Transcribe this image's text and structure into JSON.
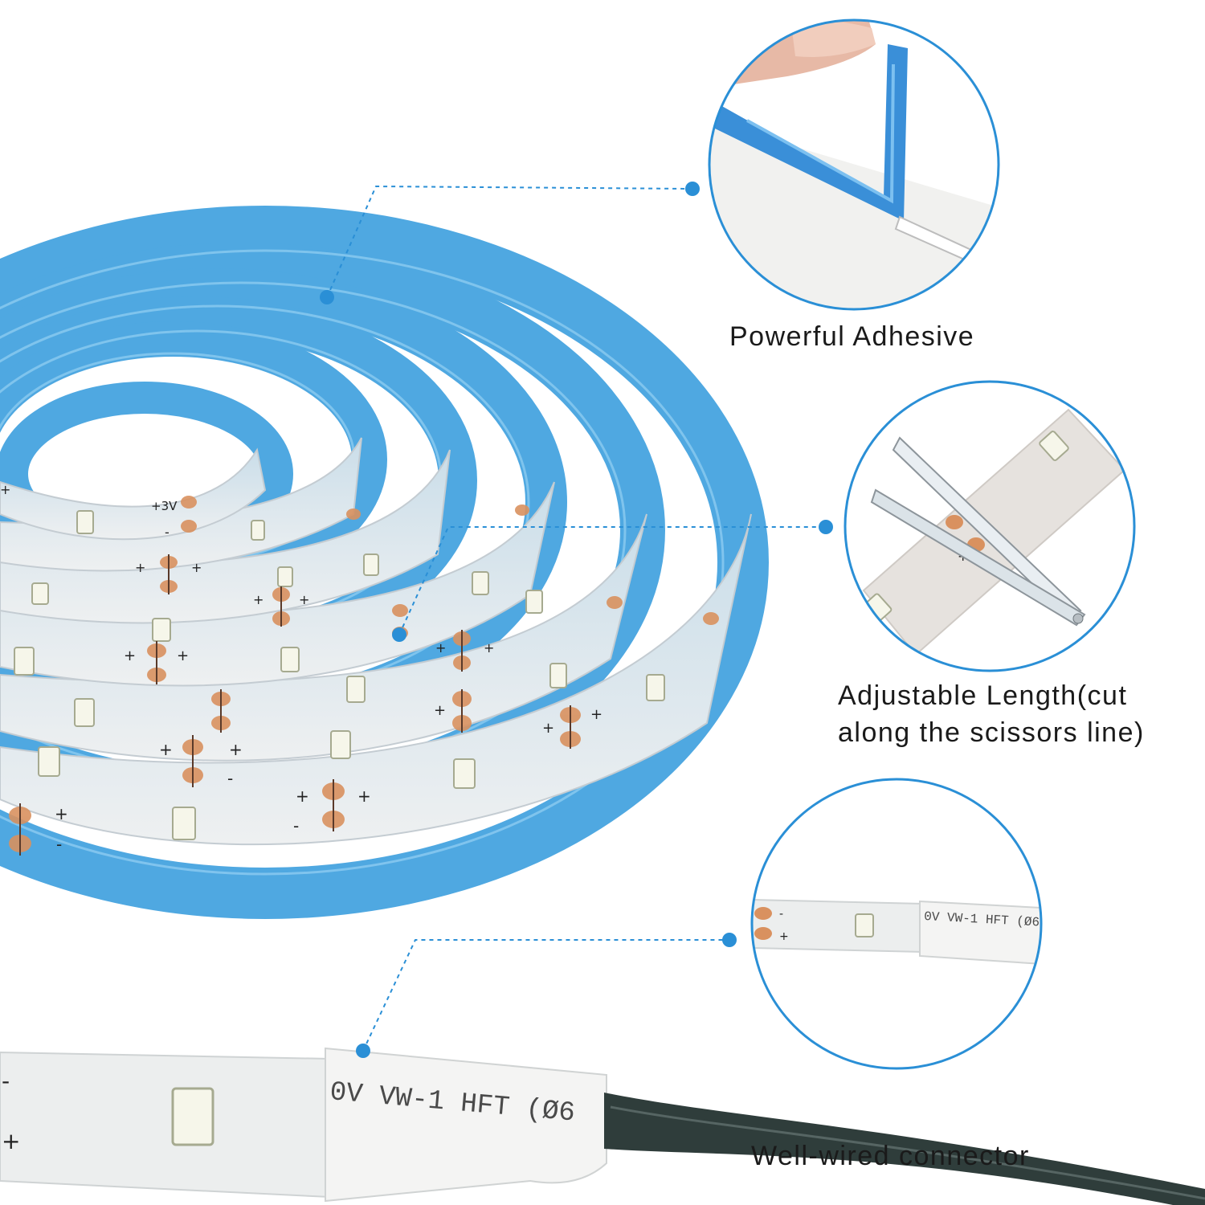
{
  "features": [
    {
      "caption": "Powerful Adhesive"
    },
    {
      "caption_line1": "Adjustable Length(cut",
      "caption_line2": "along the scissors line)"
    },
    {
      "caption": "Well-wired connector"
    }
  ],
  "strip_markings": {
    "voltage": "+3V",
    "plus": "+",
    "minus": "-",
    "cable_print_inset": "0V  VW-1  HFT  (Ø6",
    "cable_print_main": "0V  VW-1  HFT  (Ø6"
  },
  "colors": {
    "accent": "#2a8fd6",
    "strip_backing": "#5aaee4",
    "strip_face": "#dfe5ea",
    "copper_pad": "#d9915f",
    "led": "#f6f6ea",
    "cable": "#2f3d3b"
  }
}
